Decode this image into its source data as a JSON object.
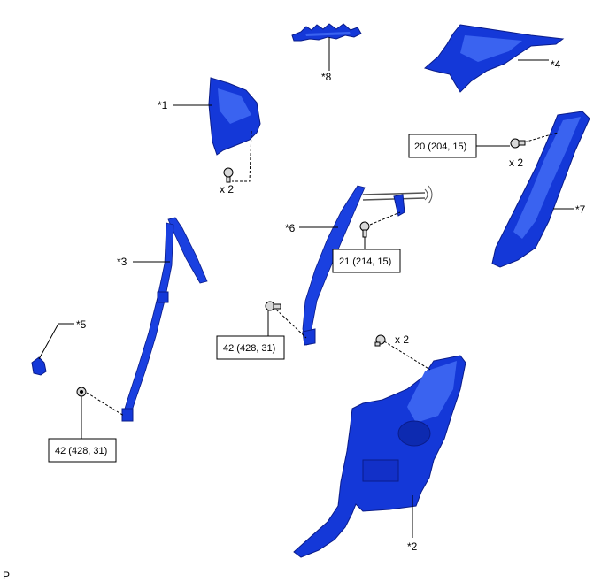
{
  "parts": {
    "p1": "*1",
    "p2": "*2",
    "p3": "*3",
    "p4": "*4",
    "p5": "*5",
    "p6": "*6",
    "p7": "*7",
    "p8": "*8"
  },
  "quantities": {
    "q1": "x 2",
    "q2": "x 2",
    "q3": "x 2"
  },
  "torques": {
    "t1": "20 (204, 15)",
    "t2": "21 (214, 15)",
    "t3": "42 (428, 31)",
    "t4": "42 (428, 31)"
  },
  "corner_code": "P",
  "colors": {
    "part_blue": "#1438d8",
    "line": "#000000"
  }
}
